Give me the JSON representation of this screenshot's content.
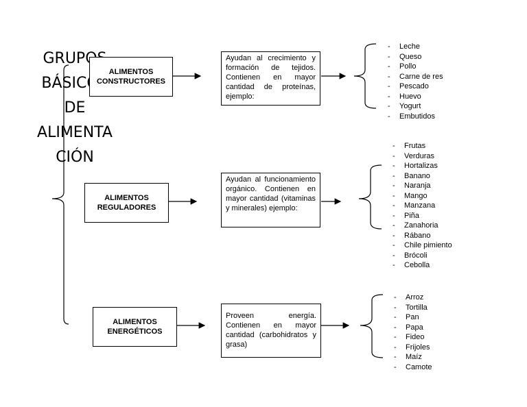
{
  "title_lines": [
    "GRUPOS",
    "BÁSICOS",
    "DE",
    "ALIMENTA",
    "CIÓN"
  ],
  "groups": [
    {
      "category": [
        "ALIMENTOS",
        "CONSTRUCTORES"
      ],
      "description": "Ayudan al crecimiento y formación de tejidos. Contienen en mayor cantidad de proteínas, ejemplo:",
      "items": [
        "Leche",
        "Queso",
        "Pollo",
        "Carne de res",
        "Pescado",
        "Huevo",
        "Yogurt",
        "Embutidos"
      ]
    },
    {
      "category": [
        "ALIMENTOS",
        "REGULADORES"
      ],
      "description": "Ayudan al funcionamiento orgánico. Contienen en mayor cantidad (vitaminas y minerales) ejemplo:",
      "items": [
        "Frutas",
        "Verduras",
        "Hortalizas",
        "Banano",
        "Naranja",
        "Mango",
        "Manzana",
        "Piña",
        "Zanahoria",
        "Rábano",
        "Chile pimiento",
        "Brócoli",
        "Cebolla"
      ]
    },
    {
      "category": [
        "ALIMENTOS",
        "ENERGÉTICOS"
      ],
      "description": "Proveen energía. Contienen en mayor cantidad (carbohidratos y grasa)",
      "items": [
        "Arroz",
        "Tortilla",
        "Pan",
        "Papa",
        "Fideo",
        "Frijoles",
        "Maíz",
        "Camote"
      ]
    }
  ]
}
